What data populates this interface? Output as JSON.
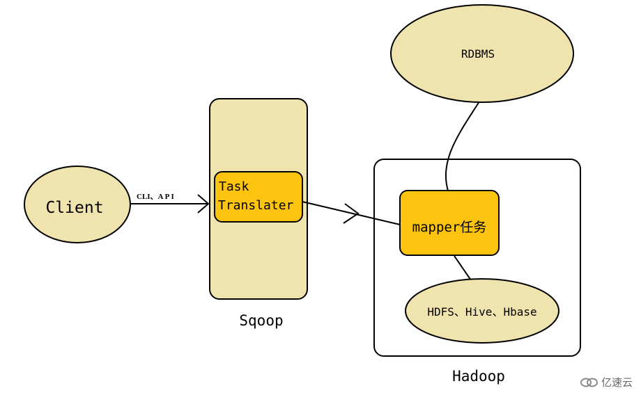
{
  "nodes": {
    "client": "Client",
    "sqoop_label": "Sqoop",
    "task_line1": "Task",
    "task_line2": "Translater",
    "rdbms": "RDBMS",
    "mapper": "mapper任务",
    "storage": "HDFS、Hive、Hbase",
    "hadoop_label": "Hadoop"
  },
  "edges": {
    "client_to_sqoop": "CLI、A P I"
  },
  "watermark": {
    "text": "亿速云"
  },
  "colors": {
    "light_fill": "#EFE3AE",
    "task_fill": "#FCC30F",
    "stroke": "#000000"
  }
}
